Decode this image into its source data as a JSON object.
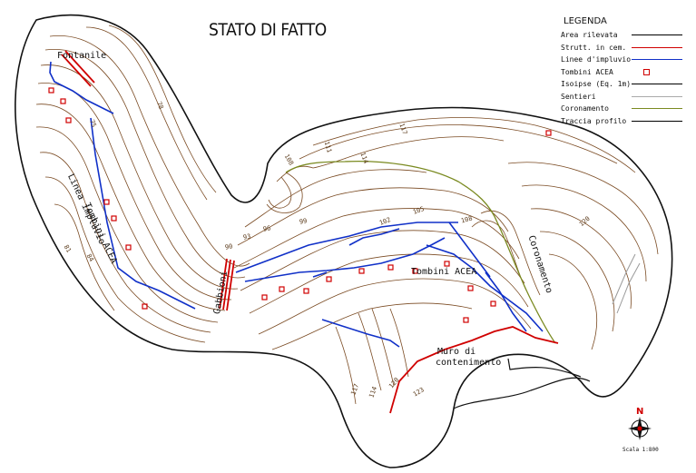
{
  "title": "STATO DI FATTO",
  "legend": {
    "title": "LEGENDA",
    "items": [
      {
        "label": "Area rilevata",
        "symbol": "line",
        "color": "#000000"
      },
      {
        "label": "Strutt. in cem.",
        "symbol": "line",
        "color": "#d00000"
      },
      {
        "label": "Linee d'impluvio",
        "symbol": "line",
        "color": "#1030c8"
      },
      {
        "label": "Tombini ACEA",
        "symbol": "square",
        "color": "#d00000"
      },
      {
        "label": "Isoipse (Eq. 1m)",
        "symbol": "line",
        "color": "#000000"
      },
      {
        "label": "Sentieri",
        "symbol": "line",
        "color": "#aaaaaa"
      },
      {
        "label": "Coronamento",
        "symbol": "line",
        "color": "#7a8a20"
      },
      {
        "label": "Traccia profilo",
        "symbol": "line",
        "color": "#000000"
      }
    ]
  },
  "labels": {
    "fontanile": "Fontanile",
    "linea_impluvio": "Linea impluvio",
    "tombini_left": "Tombini ACEA",
    "gabbioni": "Gabbioni",
    "tombini_center": "Tombini ACEA",
    "coronamento": "Coronamento",
    "muro_line1": "Muro di",
    "muro_line2": "contenimento"
  },
  "contour_labels": [
    "75",
    "108",
    "111",
    "114",
    "117",
    "102",
    "105",
    "108",
    "120",
    "93",
    "90",
    "96",
    "99",
    "84",
    "81",
    "117",
    "114",
    "120",
    "123",
    "78"
  ],
  "compass": {
    "letter": "N"
  },
  "scale": "Scala 1:800",
  "colors": {
    "boundary": "#111111",
    "contour": "#7a4a22",
    "drainage": "#1030c8",
    "concrete": "#d00000",
    "path": "#9a9a9a",
    "crest": "#7a8a20"
  }
}
